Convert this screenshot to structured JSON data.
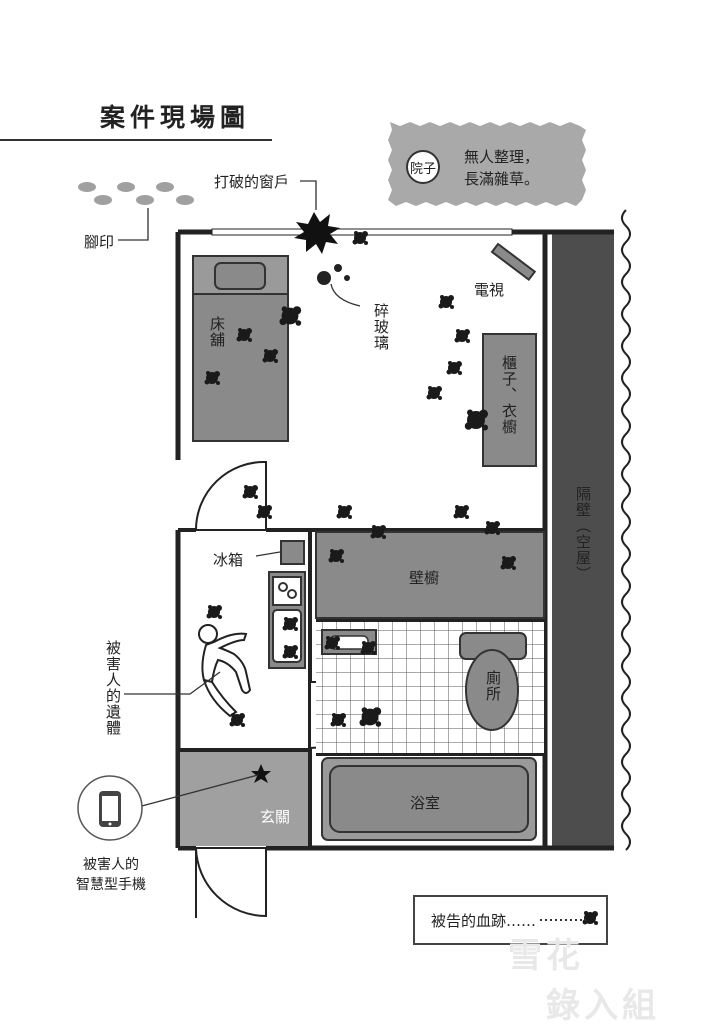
{
  "title": "案件現場圖",
  "labels": {
    "window": "打破的窗戶",
    "footprints": "腳印",
    "yard_tag": "院子",
    "yard_note_1": "無人整理，",
    "yard_note_2": "長滿雜草。",
    "tv": "電視",
    "glass": "碎玻璃",
    "bed": "床舖",
    "cabinet": "櫃子、衣櫥",
    "wall": "隔壁（空屋）",
    "fridge": "冰箱",
    "closet": "壁櫥",
    "toilet": "廁所",
    "body": "被害人的遺體",
    "bath": "浴室",
    "entrance": "玄關",
    "phone_1": "被害人的",
    "phone_2": "智慧型手機",
    "legend": "被告的血跡……"
  },
  "watermark": [
    "雪花",
    "錄入組"
  ],
  "colors": {
    "furniture": "#8a8a8a",
    "wall_dark": "#4d4d4d",
    "blood": "#1a1a1a",
    "banner": "#a9a9a9"
  }
}
